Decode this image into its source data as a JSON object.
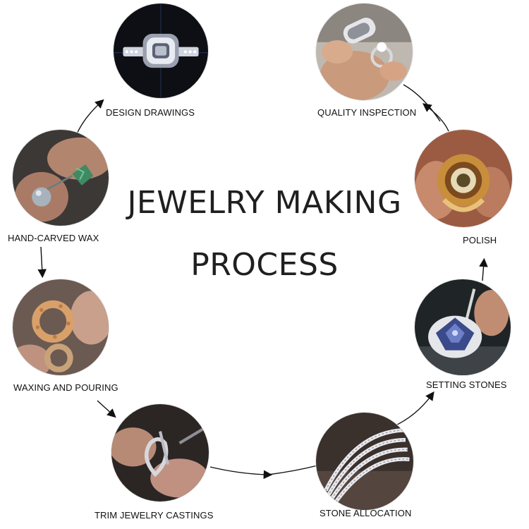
{
  "title": {
    "line1": "JEWELRY MAKING",
    "line2": "PROCESS"
  },
  "steps": [
    {
      "label": "DESIGN DRAWINGS",
      "image": "ring-design-render"
    },
    {
      "label": "QUALITY INSPECTION",
      "image": "ring-inspection-photo"
    },
    {
      "label": "POLISH",
      "image": "ring-polishing-photo"
    },
    {
      "label": "SETTING STONES",
      "image": "stone-setting-photo"
    },
    {
      "label": "STONE ALLOCATION",
      "image": "diamond-rings-stack-photo"
    },
    {
      "label": "TRIM JEWELRY CASTINGS",
      "image": "casting-trim-photo"
    },
    {
      "label": "WAXING AND POURING",
      "image": "wax-ring-photo"
    },
    {
      "label": "HAND-CARVED WAX",
      "image": "wax-carving-photo"
    }
  ],
  "colors": {
    "text": "#111111",
    "arrow": "#111111",
    "background": "#ffffff"
  }
}
